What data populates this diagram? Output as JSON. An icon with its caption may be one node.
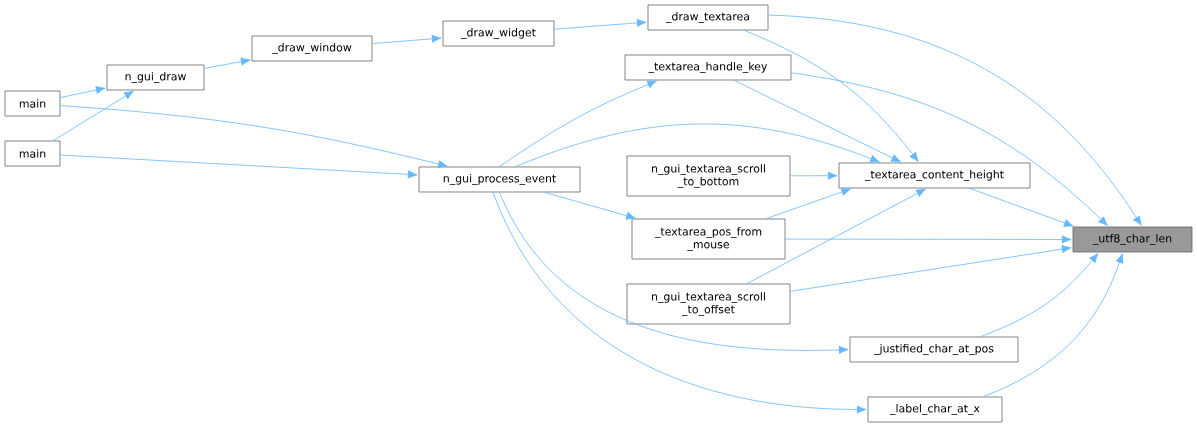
{
  "diagram": {
    "nodes": [
      {
        "text": [
          "_utf8_char_len"
        ]
      },
      {
        "text": [
          "_draw_textarea"
        ]
      },
      {
        "text": [
          "_textarea_handle_key"
        ]
      },
      {
        "text": [
          "_textarea_content_height"
        ]
      },
      {
        "text": [
          "n_gui_textarea_scroll _to_bottom"
        ]
      },
      {
        "text": [
          "_textarea_pos_from _mouse"
        ]
      },
      {
        "text": [
          "n_gui_textarea_scroll _to_offset"
        ]
      },
      {
        "text": [
          "_justified_char_at_pos"
        ]
      },
      {
        "text": [
          "_label_char_at_x"
        ]
      },
      {
        "text": [
          "n_gui_process_event"
        ]
      },
      {
        "text": [
          "_draw_widget"
        ]
      },
      {
        "text": [
          "_draw_window"
        ]
      },
      {
        "text": [
          "n_gui_draw"
        ]
      },
      {
        "text": [
          "main"
        ]
      },
      {
        "text": [
          "main"
        ]
      }
    ],
    "edges": [
      {
        "from": 1,
        "to": 0,
        "arrow": "to"
      },
      {
        "from": 2,
        "to": 0,
        "arrow": "to"
      },
      {
        "from": 3,
        "to": 0,
        "arrow": "to"
      },
      {
        "from": 5,
        "to": 0,
        "arrow": "to"
      },
      {
        "from": 6,
        "to": 0,
        "arrow": "to"
      },
      {
        "from": 7,
        "to": 0,
        "arrow": "to"
      },
      {
        "from": 8,
        "to": 0,
        "arrow": "to"
      },
      {
        "from": 1,
        "to": 3,
        "arrow": "to"
      },
      {
        "from": 2,
        "to": 3,
        "arrow": "to"
      },
      {
        "from": 9,
        "to": 3,
        "arrow": "to"
      },
      {
        "from": 4,
        "to": 3,
        "arrow": "to"
      },
      {
        "from": 5,
        "to": 3,
        "arrow": "to"
      },
      {
        "from": 6,
        "to": 3,
        "arrow": "to"
      },
      {
        "from": 9,
        "to": 2,
        "arrow": "to"
      },
      {
        "from": 9,
        "to": 5,
        "arrow": "to"
      },
      {
        "from": 9,
        "to": 7,
        "arrow": "to"
      },
      {
        "from": 9,
        "to": 8,
        "arrow": "to"
      },
      {
        "from": 10,
        "to": 1,
        "arrow": "to"
      },
      {
        "from": 11,
        "to": 10,
        "arrow": "to"
      },
      {
        "from": 12,
        "to": 11,
        "arrow": "to"
      },
      {
        "from": 13,
        "to": 12,
        "arrow": "to"
      },
      {
        "from": 14,
        "to": 12,
        "arrow": "to"
      },
      {
        "from": 13,
        "to": 9,
        "arrow": "to"
      },
      {
        "from": 14,
        "to": 9,
        "arrow": "to"
      }
    ]
  }
}
